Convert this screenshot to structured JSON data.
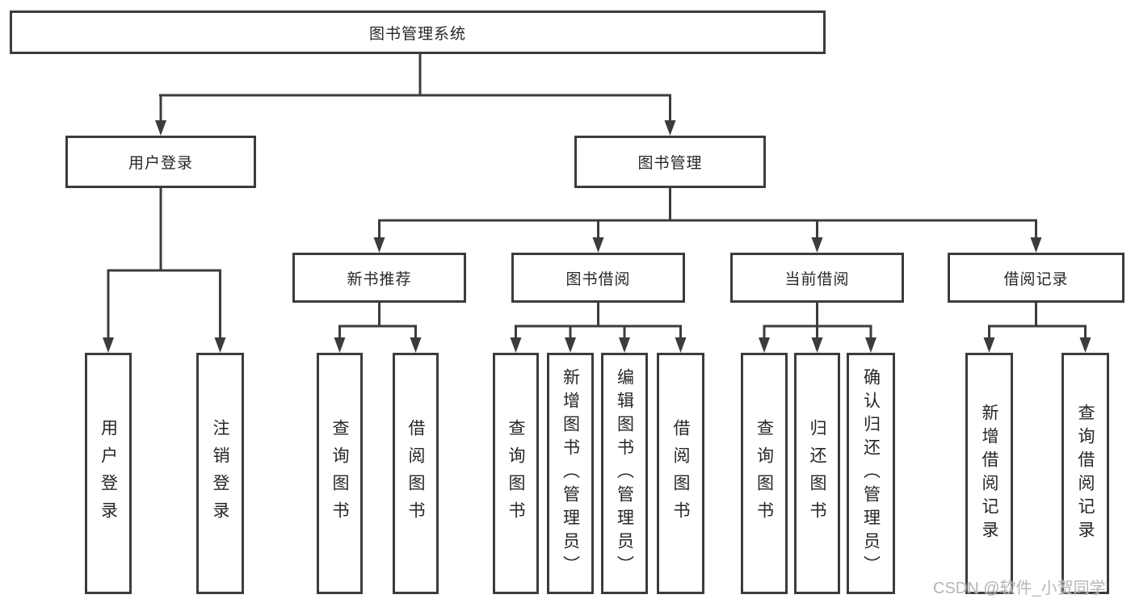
{
  "diagram": {
    "nodes": {
      "root": "图书管理系统",
      "user_login": "用户登录",
      "book_mgmt": "图书管理",
      "new_book": "新书推荐",
      "book_borrow": "图书借阅",
      "current_borrow": "当前借阅",
      "borrow_record": "借阅记录"
    },
    "leaves": {
      "user_login": [
        "用户登录",
        "注销登录"
      ],
      "new_book": [
        "查询图书",
        "借阅图书"
      ],
      "book_borrow": [
        "查询图书",
        "新增图书（管理员）",
        "编辑图书（管理员）",
        "借阅图书"
      ],
      "current_borrow": [
        "查询图书",
        "归还图书",
        "确认归还（管理员）"
      ],
      "borrow_record": [
        "新增借阅记录",
        "查询借阅记录"
      ]
    },
    "watermark": "CSDN @软件_小贺同学",
    "colors": {
      "line": "#3c3c3c",
      "box_border": "#3c3c3c",
      "text": "#262626",
      "watermark": "#afafaf",
      "background": "#ffffff"
    }
  }
}
